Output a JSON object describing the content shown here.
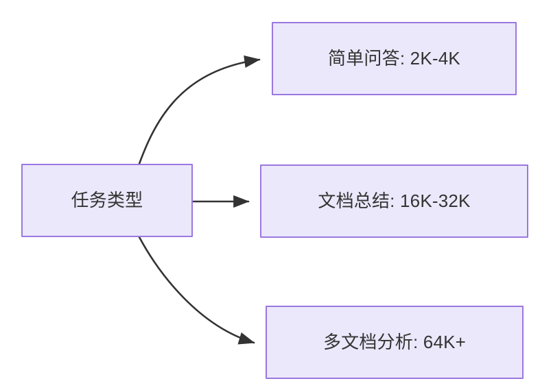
{
  "diagram": {
    "type": "flowchart",
    "direction": "left-to-right",
    "background_color": "#ffffff",
    "node_fill_color": "#ebe8fb",
    "node_border_color": "#9a77e0",
    "text_color": "#333333",
    "edge_color": "#333333",
    "nodes": [
      {
        "id": "root",
        "label": "任务类型",
        "role": "source"
      },
      {
        "id": "simple-qa",
        "label": "简单问答: 2K-4K",
        "role": "target"
      },
      {
        "id": "doc-summary",
        "label": "文档总结: 16K-32K",
        "role": "target"
      },
      {
        "id": "multi-doc",
        "label": "多文档分析: 64K+",
        "role": "target"
      }
    ],
    "edges": [
      {
        "id": "edge-root-simple-qa",
        "from": "root",
        "to": "simple-qa",
        "style": "curved",
        "arrowhead": "filled-triangle",
        "label": ""
      },
      {
        "id": "edge-root-doc-summary",
        "from": "root",
        "to": "doc-summary",
        "style": "straight",
        "arrowhead": "filled-triangle",
        "label": ""
      },
      {
        "id": "edge-root-multi-doc",
        "from": "root",
        "to": "multi-doc",
        "style": "curved",
        "arrowhead": "filled-triangle",
        "label": ""
      }
    ]
  }
}
